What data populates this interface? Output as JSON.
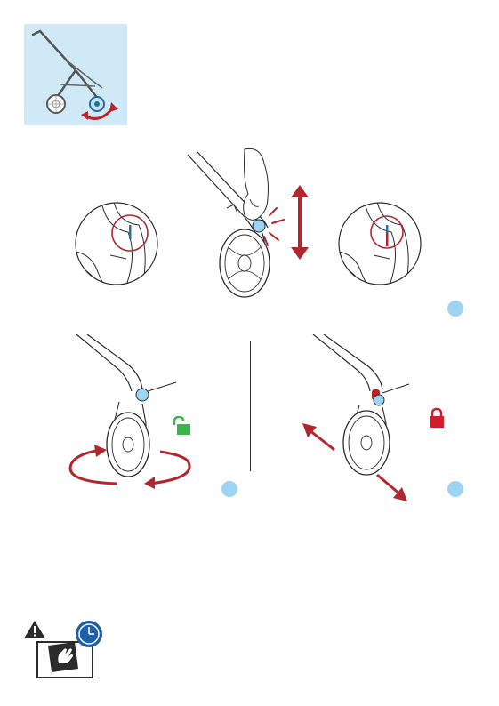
{
  "page": {
    "title": ""
  },
  "colors": {
    "thumbnail_bg": "#cfe9f7",
    "step_dot": "#9dd4f3",
    "accent_red": "#b3262f",
    "lock_red": "#d0202e",
    "unlock_green": "#3ab54a",
    "button_blue": "#9dd4f3",
    "line": "#2b2b2b"
  },
  "icons": {
    "thumbnail": "stroller-side-view",
    "detail_left": "wheel-lock-indicator-up",
    "detail_right": "wheel-lock-indicator-down",
    "main_press": "front-wheel-press-button",
    "swivel": "swivel-wheel-rotation",
    "locked": "fixed-wheel-straight",
    "unlock": "padlock-open-icon",
    "lock": "padlock-closed-icon",
    "warning": "warning-triangle-icon",
    "cleaning": "wipe-cloth-icon",
    "clock": "clock-icon"
  },
  "steps": {
    "a": {
      "state": "press-slide"
    },
    "b": {
      "state": "unlocked"
    },
    "c": {
      "state": "locked"
    }
  }
}
